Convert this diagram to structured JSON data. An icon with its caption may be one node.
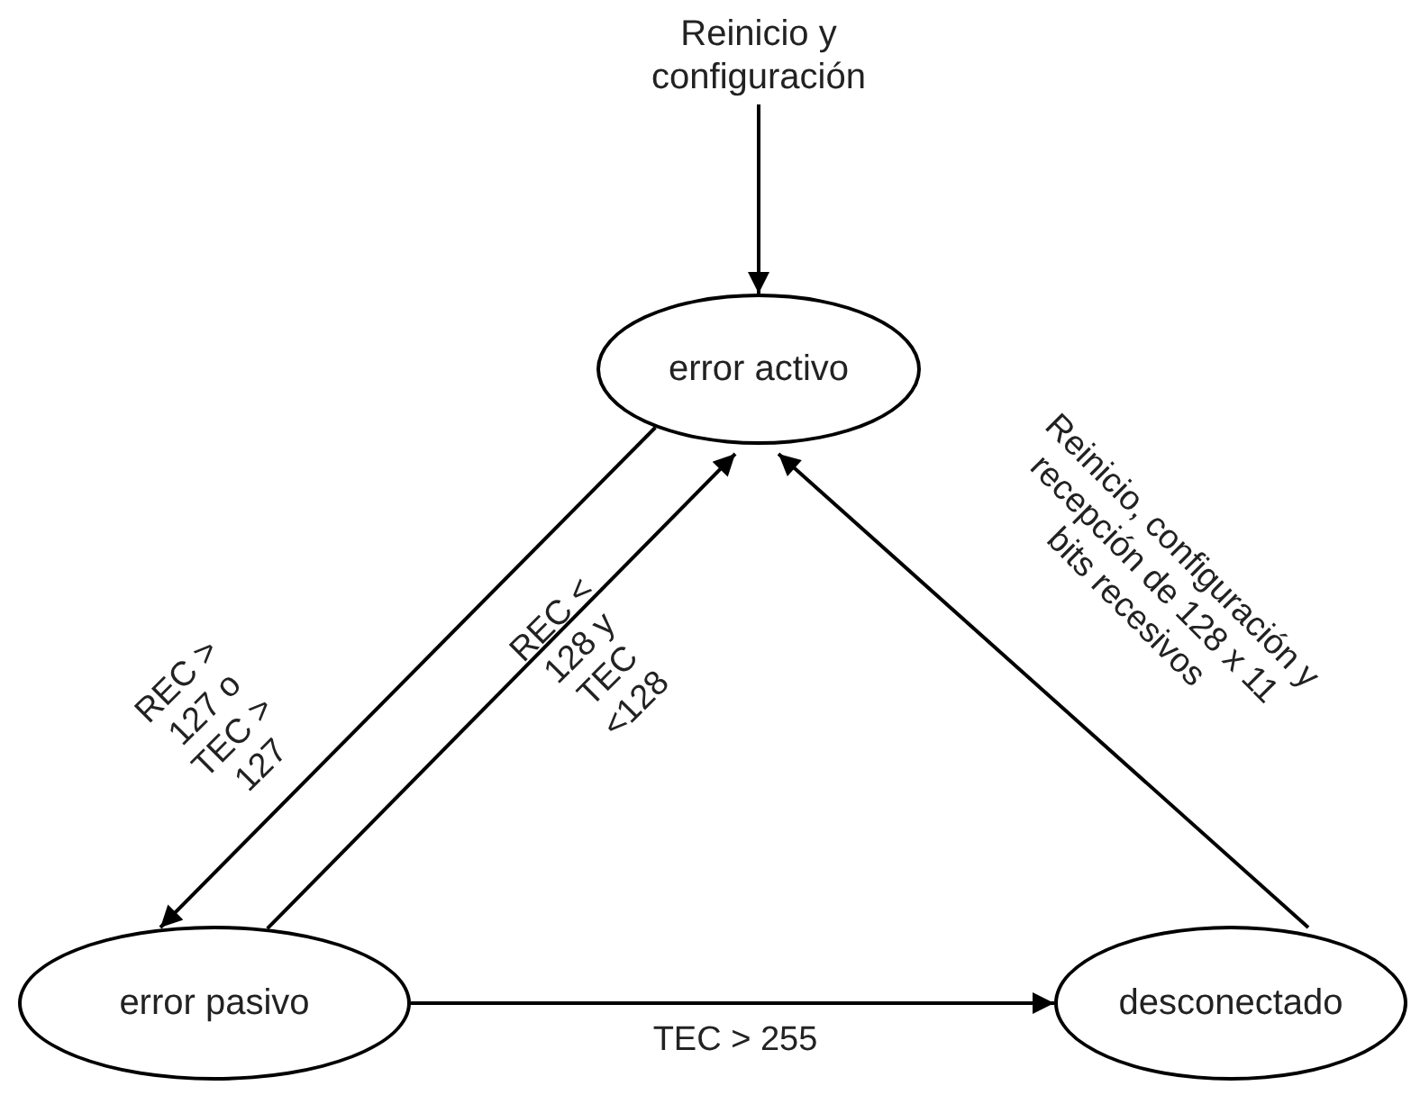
{
  "diagram": {
    "nodes": [
      {
        "text": [
          "Reinicio y configuración"
        ]
      },
      {
        "text": [
          "error activo"
        ]
      },
      {
        "text": [
          "error pasivo"
        ]
      },
      {
        "text": [
          "desconectado"
        ]
      }
    ],
    "edges": [
      {
        "from": 0,
        "to": 1,
        "arrow": "to"
      },
      {
        "from": 1,
        "to": 2,
        "arrow": "to",
        "label": "REC > 127 o TEC > 127"
      },
      {
        "from": 2,
        "to": 1,
        "arrow": "to",
        "label": "REC < 128 y TEC <128"
      },
      {
        "from": 2,
        "to": 3,
        "arrow": "to",
        "label": "TEC > 255"
      },
      {
        "from": 3,
        "to": 1,
        "arrow": "to",
        "label": "Reinicio, configuración y recepción de 128 x 11 bits recesivos"
      }
    ]
  }
}
